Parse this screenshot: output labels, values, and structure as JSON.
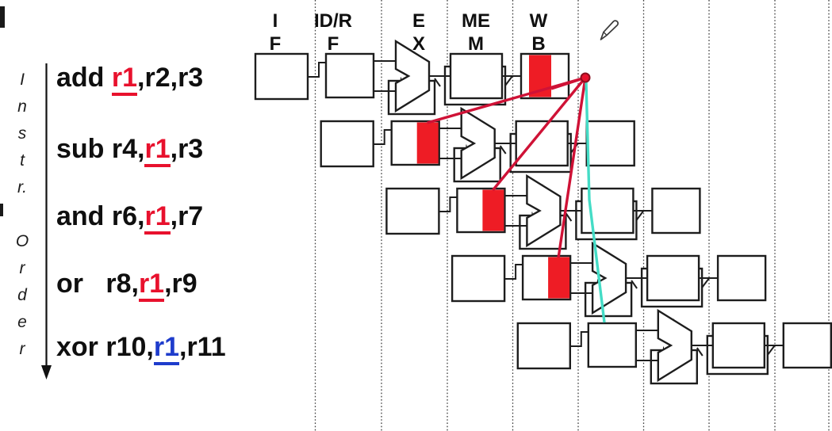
{
  "slide": {
    "topic": "pipeline-forwarding-hazard-diagram"
  },
  "instr_order": {
    "word1": "Instr.",
    "word2": "Order"
  },
  "instructions": [
    {
      "before": "add ",
      "reg": "r1",
      "after": ",r2,r3",
      "reg_class": "op reg-red"
    },
    {
      "before": "sub r4,",
      "reg": "r1",
      "after": ",r3",
      "reg_class": "op reg-red"
    },
    {
      "before": "and r6,",
      "reg": "r1",
      "after": ",r7",
      "reg_class": "op reg-red"
    },
    {
      "before": "or   r8,",
      "reg": "r1",
      "after": ",r9",
      "reg_class": "op reg-red"
    },
    {
      "before": "xor r10,",
      "reg": "r1",
      "after": ",r11",
      "reg_class": "op reg-blue"
    }
  ],
  "stage_headers": [
    {
      "line1": "I",
      "line2": "F"
    },
    {
      "line1": "ID/R",
      "line2": "F"
    },
    {
      "line1": "E",
      "line2": "X"
    },
    {
      "line1": "ME",
      "line2": "M"
    },
    {
      "line1": "W",
      "line2": "B"
    }
  ],
  "pipeline": {
    "rows": [
      {
        "stages": {
          "im": "Im",
          "id_reg": "Reg",
          "alu": "ALU",
          "dm": "Dm",
          "wb_reg": "Reg"
        },
        "id_reg_highlight": false,
        "wb_reg_highlight": true
      },
      {
        "stages": {
          "im": "Im",
          "id_reg": "Reg",
          "alu": "ALU",
          "dm": "Dm",
          "wb_reg": "Reg"
        },
        "id_reg_highlight": true,
        "wb_reg_highlight": false
      },
      {
        "stages": {
          "im": "Im",
          "id_reg": "Reg",
          "alu": "ALU",
          "dm": "Dm",
          "wb_reg": "Reg"
        },
        "id_reg_highlight": true,
        "wb_reg_highlight": false
      },
      {
        "stages": {
          "im": "Im",
          "id_reg": "Reg",
          "alu": "ALU",
          "dm": "Dm",
          "wb_reg": "Reg"
        },
        "id_reg_highlight": true,
        "wb_reg_highlight": false
      },
      {
        "stages": {
          "im": "Im",
          "id_reg": "Reg",
          "alu": "ALU",
          "dm": "Dm",
          "wb_reg": "Reg"
        },
        "id_reg_highlight": false,
        "wb_reg_highlight": false
      }
    ]
  },
  "forwarding": {
    "red_target_rows": [
      1,
      2,
      3
    ],
    "cyan_target_row": 4
  },
  "colors": {
    "highlight_red": "#ee1c25",
    "line_red": "#cf1236",
    "line_cyan": "#44dcc6",
    "reg_text_red": "#e8112d",
    "reg_text_blue": "#1e3ccc",
    "outline": "#1d1d1d"
  },
  "icons": {
    "pencil": "pencil-cursor-icon"
  }
}
